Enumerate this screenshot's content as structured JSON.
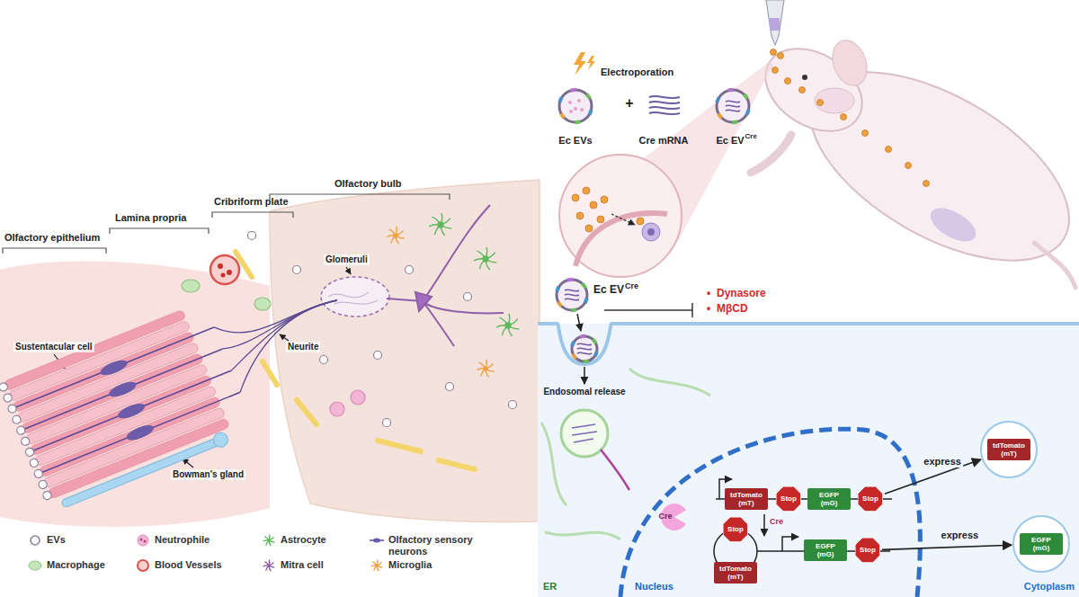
{
  "diagram": {
    "nodes": [
      {
        "text": [
          "tdTomato (mT)"
        ]
      },
      {
        "text": [
          "Stop"
        ]
      },
      {
        "text": [
          "EGFP (mG)"
        ]
      },
      {
        "text": [
          "Stop"
        ]
      },
      {
        "text": [
          "tdTomato (mT)"
        ]
      },
      {
        "text": [
          "Stop"
        ]
      },
      {
        "text": [
          "tdTomato (mT)"
        ]
      },
      {
        "text": [
          "EGFP (mG)"
        ]
      },
      {
        "text": [
          "Stop"
        ]
      },
      {
        "text": [
          "EGFP (mG)"
        ]
      }
    ],
    "edges": [
      {
        "from": 3,
        "to": 4,
        "label": "express",
        "arrow": "to"
      },
      {
        "from": 8,
        "to": 9,
        "label": "express",
        "arrow": "to"
      }
    ],
    "labels": [
      "Olfactory epithelium",
      "Lamina propria",
      "Cribriform plate",
      "Olfactory bulb",
      "Glomeruli",
      "Neurite",
      "Sustentacular cell",
      "Bowman's gland",
      "Electroporation",
      "Ec EVs",
      "+",
      "Cre mRNA",
      "Ec EV",
      "Cre",
      "Ec EV",
      "Cre",
      "Dynasore",
      "MβCD",
      "Endosomal release",
      "Cre",
      "Cre",
      "ER",
      "Nucleus",
      "Cytoplasm",
      "•",
      "•"
    ],
    "legend": [
      {
        "text": "EVs"
      },
      {
        "text": "Neutrophile"
      },
      {
        "text": "Astrocyte"
      },
      {
        "text": "Olfactory sensory neurons"
      },
      {
        "text": "Macrophage"
      },
      {
        "text": "Blood Vessels"
      },
      {
        "text": "Mitra cell"
      },
      {
        "text": "Microglia"
      }
    ]
  }
}
